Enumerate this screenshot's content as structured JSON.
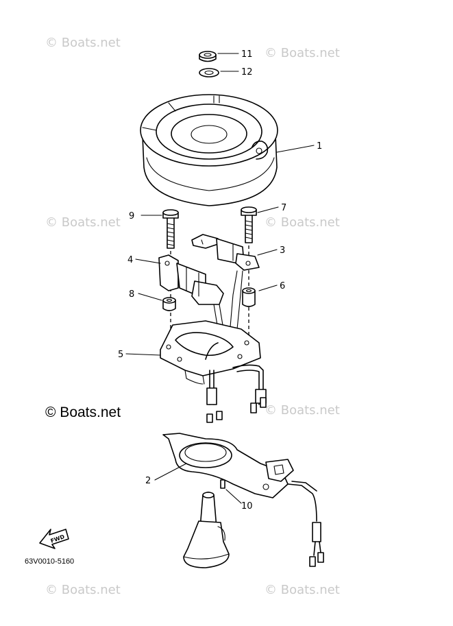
{
  "watermarks": {
    "text": "© Boats.net",
    "main_text": "© Boats.net"
  },
  "part_number": "63V0010-5160",
  "fwd_label": "FWD",
  "callouts": {
    "c1": "1",
    "c2": "2",
    "c3": "3",
    "c4": "4",
    "c5": "5",
    "c6": "6",
    "c7": "7",
    "c8": "8",
    "c9": "9",
    "c10": "10",
    "c11": "11",
    "c12": "12"
  }
}
